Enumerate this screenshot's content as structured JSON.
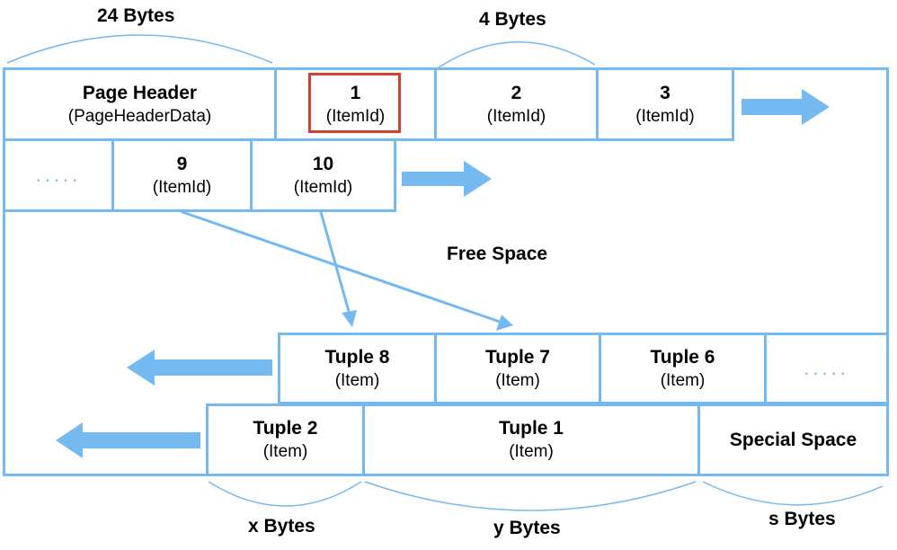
{
  "header_row": {
    "page_header": {
      "title": "Page Header",
      "subtitle": "(PageHeaderData)"
    },
    "items": [
      {
        "number": "1",
        "type": "(ItemId)"
      },
      {
        "number": "2",
        "type": "(ItemId)"
      },
      {
        "number": "3",
        "type": "(ItemId)"
      }
    ]
  },
  "second_row": {
    "ellipsis": ".....",
    "items": [
      {
        "number": "9",
        "type": "(ItemId)"
      },
      {
        "number": "10",
        "type": "(ItemId)"
      }
    ]
  },
  "free_space_label": "Free Space",
  "tuple_row_upper": {
    "tuples": [
      {
        "name": "Tuple 8",
        "type": "(Item)"
      },
      {
        "name": "Tuple 7",
        "type": "(Item)"
      },
      {
        "name": "Tuple 6",
        "type": "(Item)"
      }
    ],
    "ellipsis": "....."
  },
  "tuple_row_lower": {
    "tuples": [
      {
        "name": "Tuple 2",
        "type": "(Item)"
      },
      {
        "name": "Tuple 1",
        "type": "(Item)"
      }
    ],
    "special_space": "Special Space"
  },
  "size_labels": {
    "header": "24 Bytes",
    "item_id": "4 Bytes",
    "tuple_2": "x Bytes",
    "tuple_1": "y Bytes",
    "special": "s Bytes"
  },
  "colors": {
    "box_border": "#74b9ef",
    "arrow": "#74b9ef",
    "highlight": "#d0412f"
  }
}
